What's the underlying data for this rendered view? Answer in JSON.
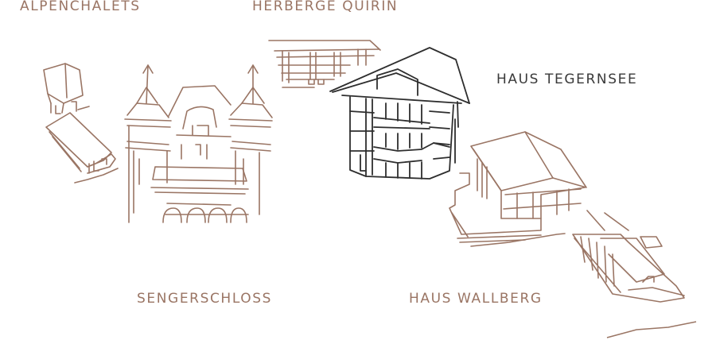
{
  "map": {
    "colors": {
      "inactive": "#9a7564",
      "active": "#3a3a3a",
      "background": "#ffffff"
    },
    "locations": [
      {
        "id": "alpenchalets",
        "label": "ALPENCHALETS",
        "active": false
      },
      {
        "id": "herberge-quirin",
        "label": "HERBERGE QUIRIN",
        "active": false
      },
      {
        "id": "haus-tegernsee",
        "label": "HAUS TEGERNSEE",
        "active": true
      },
      {
        "id": "sengerschloss",
        "label": "SENGERSCHLOSS",
        "active": false
      },
      {
        "id": "haus-wallberg",
        "label": "HAUS WALLBERG",
        "active": false
      }
    ]
  }
}
